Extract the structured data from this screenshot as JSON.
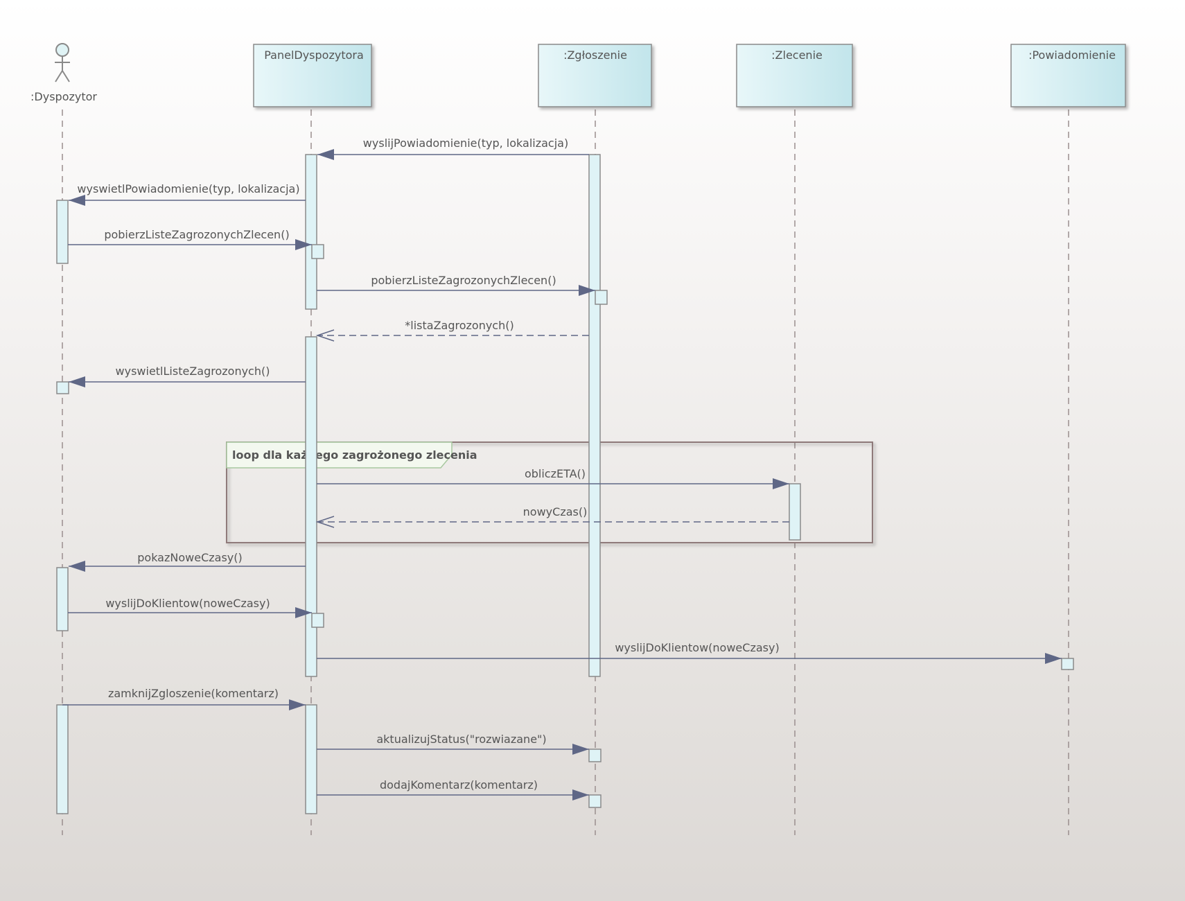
{
  "participants": [
    {
      "id": "dyspozytor",
      "label": ":Dyspozytor",
      "kind": "actor"
    },
    {
      "id": "panel",
      "label": "PanelDyspozytora",
      "kind": "box"
    },
    {
      "id": "zgloszenie",
      "label": ":Zgłoszenie",
      "kind": "box"
    },
    {
      "id": "zlecenie",
      "label": ":Zlecenie",
      "kind": "box"
    },
    {
      "id": "powiadomienie",
      "label": ":Powiadomienie",
      "kind": "box"
    }
  ],
  "messages": [
    {
      "label": "wyslijPowiadomienie(typ, lokalizacja)",
      "from": "zgloszenie",
      "to": "panel",
      "kind": "sync"
    },
    {
      "label": "wyswietlPowiadomienie(typ, lokalizacja)",
      "from": "panel",
      "to": "dyspozytor",
      "kind": "sync"
    },
    {
      "label": "pobierzListeZagrozonychZlecen()",
      "from": "dyspozytor",
      "to": "panel",
      "kind": "sync"
    },
    {
      "label": "pobierzListeZagrozonychZlecen()",
      "from": "panel",
      "to": "zgloszenie",
      "kind": "sync"
    },
    {
      "label": "*listaZagrozonych()",
      "from": "zgloszenie",
      "to": "panel",
      "kind": "return"
    },
    {
      "label": "wyswietlListeZagrozonych()",
      "from": "panel",
      "to": "dyspozytor",
      "kind": "sync"
    },
    {
      "label": "obliczETA()",
      "from": "panel",
      "to": "zlecenie",
      "kind": "sync"
    },
    {
      "label": "nowyCzas()",
      "from": "zlecenie",
      "to": "panel",
      "kind": "return"
    },
    {
      "label": "pokazNoweCzasy()",
      "from": "panel",
      "to": "dyspozytor",
      "kind": "sync"
    },
    {
      "label": "wyslijDoKlientow(noweCzasy)",
      "from": "dyspozytor",
      "to": "panel",
      "kind": "sync"
    },
    {
      "label": "wyslijDoKlientow(noweCzasy)",
      "from": "panel",
      "to": "powiadomienie",
      "kind": "sync"
    },
    {
      "label": "zamknijZgloszenie(komentarz)",
      "from": "dyspozytor",
      "to": "panel",
      "kind": "sync"
    },
    {
      "label": "aktualizujStatus(\"rozwiazane\")",
      "from": "panel",
      "to": "zgloszenie",
      "kind": "sync"
    },
    {
      "label": "dodajKomentarz(komentarz)",
      "from": "panel",
      "to": "zgloszenie",
      "kind": "sync"
    }
  ],
  "fragment": {
    "operator": "loop",
    "title": "loop dla każdego zagrożonego zlecenia"
  },
  "colors": {
    "box_fill_light": "#e6f6f8",
    "box_fill_dark": "#c4e6ec",
    "box_stroke": "#8a8a8a",
    "activation_fill": "#dff3f6",
    "activation_stroke": "#8a8a8a",
    "lifeline": "#9a8e8e",
    "message_line": "#5f6786",
    "text": "#555555",
    "fragment_border": "#8f7a7a",
    "fragment_tab_fill": "#f2f7ee",
    "fragment_tab_stroke": "#a8c8a0"
  }
}
